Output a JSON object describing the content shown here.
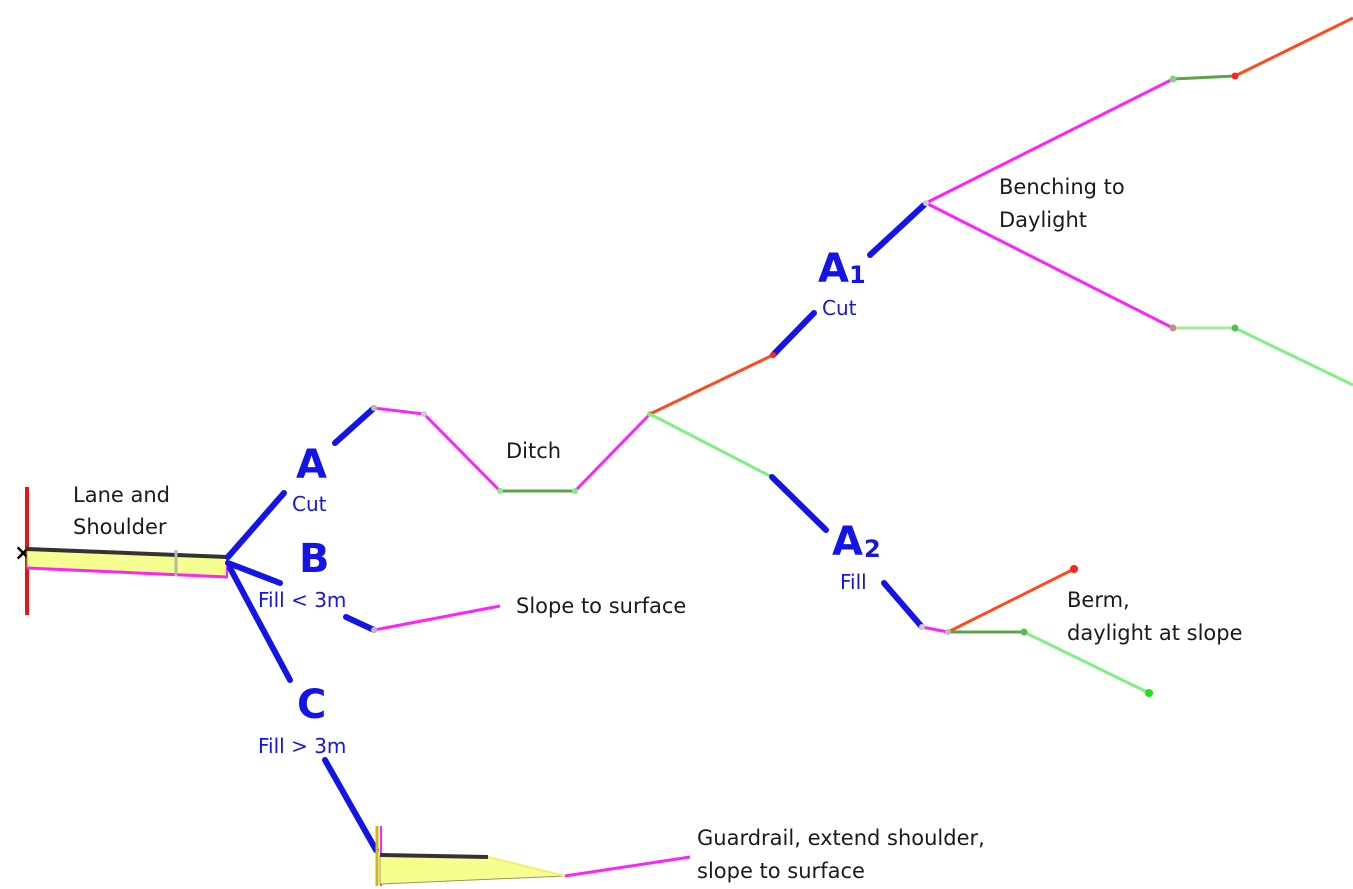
{
  "labels": {
    "lane_line1": "Lane and",
    "lane_line2": "Shoulder",
    "ditch": "Ditch",
    "benching_line1": "Benching to",
    "benching_line2": "Daylight",
    "slope_to_surface": "Slope to surface",
    "berm_line1": "Berm,",
    "berm_line2": "daylight at slope",
    "guardrail_line1": "Guardrail, extend shoulder,",
    "guardrail_line2": "slope to surface"
  },
  "branches": {
    "a_letter": "A",
    "a_sub": "Cut",
    "b_letter": "B",
    "b_sub": "Fill < 3m",
    "c_letter": "C",
    "c_sub": "Fill > 3m",
    "a1_letter": "A",
    "a1_index": "1",
    "a1_sub": "Cut",
    "a2_letter": "A",
    "a2_index": "2",
    "a2_sub": "Fill"
  },
  "colors": {
    "connector": "#1414e6",
    "magenta": "#ff22ff",
    "orange": "#ff4a1a",
    "dark_green": "#5aa548",
    "light_green": "#80f080",
    "red_axis": "#ee1111",
    "pavement_yellow": "#f5ff90",
    "pavement_dark": "#333333"
  }
}
